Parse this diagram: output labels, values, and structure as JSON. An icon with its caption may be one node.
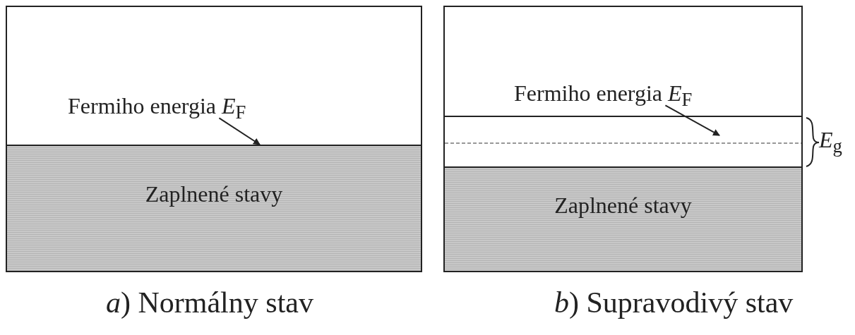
{
  "diagram": {
    "nodes": [
      {
        "text": [],
        "shape": "box"
      },
      {
        "text": [
          "Fermiho energia *E*$_{F}$"
        ],
        "in": 0
      },
      {
        "text": [
          "Zaplnené stavy"
        ],
        "in": 0
      },
      {
        "text": [],
        "shape": "box"
      },
      {
        "text": [
          "Fermiho energia *E*$_{F}$"
        ],
        "in": 3
      },
      {
        "text": [
          "Zaplnené stavy"
        ],
        "in": 3
      }
    ],
    "edges": [
      {
        "from": 1,
        "to": 2,
        "arrow": "to"
      },
      {
        "from": 4,
        "to": null,
        "arrow": "to"
      }
    ],
    "labels": [
      "*E*$_{g}$",
      "*a*) Normálny stav",
      "*b*) Supravodivý stav"
    ]
  }
}
